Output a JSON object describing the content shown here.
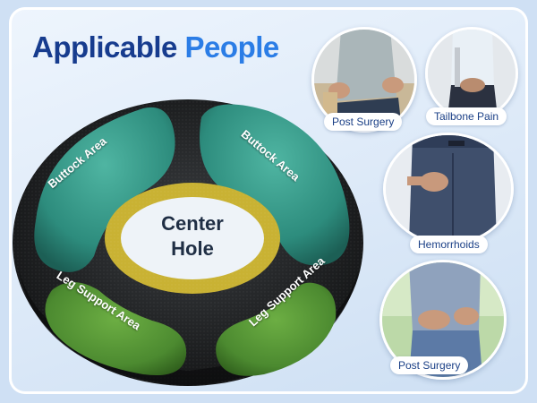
{
  "headline": {
    "word1": "Applicable",
    "word2": "People"
  },
  "cushion": {
    "buttock_left": "Buttock Area",
    "buttock_right": "Buttock Area",
    "leg_left": "Leg Support Area",
    "leg_right": "Leg Support Area",
    "center_line1": "Center",
    "center_line2": "Hole"
  },
  "people": [
    {
      "caption": "Post Surgery",
      "icon": "person-holding-back-photo"
    },
    {
      "caption": "Tailbone Pain",
      "icon": "person-holding-tailbone-photo"
    },
    {
      "caption": "Hemorrhoids",
      "icon": "person-holding-buttock-photo"
    },
    {
      "caption": "Post Surgery",
      "icon": "person-holding-lower-back-photo"
    }
  ],
  "colors": {
    "headline_dark": "#173c8e",
    "headline_accent": "#2b7de6",
    "teal_zone": "#2d8c7d",
    "green_zone": "#4c8a30",
    "center_ring": "#c9b233",
    "cushion_mesh": "#1d1f21"
  }
}
